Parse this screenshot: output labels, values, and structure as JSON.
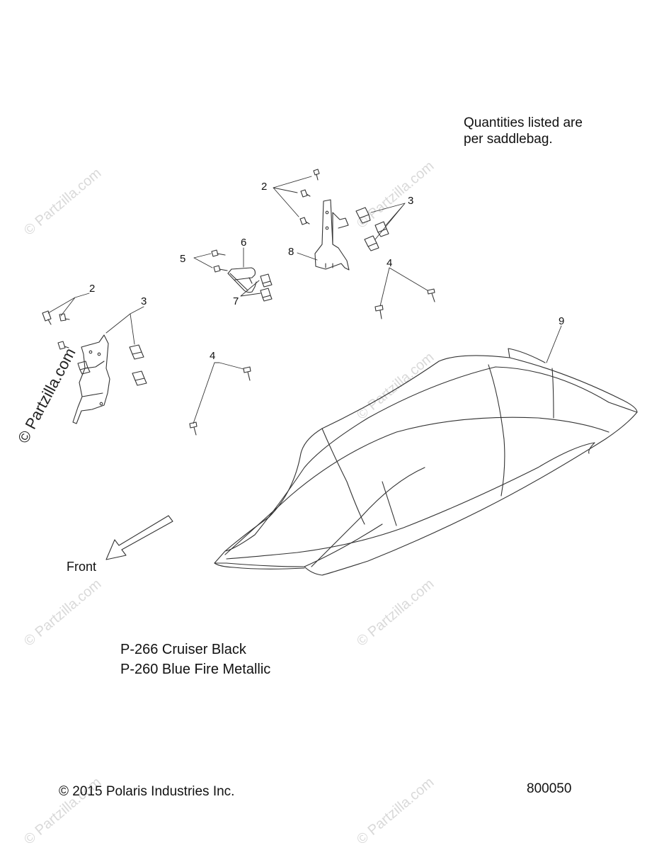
{
  "note": {
    "line1": "Quantities listed are",
    "line2": "per saddlebag."
  },
  "callouts": [
    "2",
    "3",
    "5",
    "6",
    "8",
    "4",
    "2",
    "3",
    "7",
    "4",
    "9"
  ],
  "direction_label": "Front",
  "color_options": [
    "P-266  Cruiser Black",
    "P-260 Blue Fire Metallic"
  ],
  "copyright": "© 2015 Polaris Industries Inc.",
  "figure_number": "800050",
  "watermark": "© Partzilla.com",
  "colors": {
    "line": "#333333",
    "watermark": "#d9d9d9"
  }
}
